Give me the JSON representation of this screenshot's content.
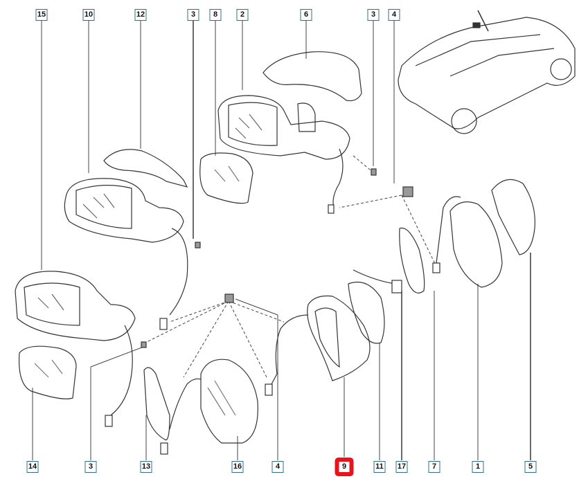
{
  "diagram": {
    "title": "Exterior mirror assembly exploded view",
    "highlight_color": "#e8141b",
    "callout_border_color": "#2b6f8c",
    "top_callouts": [
      "15",
      "10",
      "12",
      "3",
      "8",
      "2",
      "6",
      "3",
      "4"
    ],
    "bottom_callouts": [
      "14",
      "3",
      "13",
      "16",
      "4",
      "9",
      "11",
      "17",
      "7",
      "1",
      "5"
    ],
    "highlighted_callout": "9"
  }
}
